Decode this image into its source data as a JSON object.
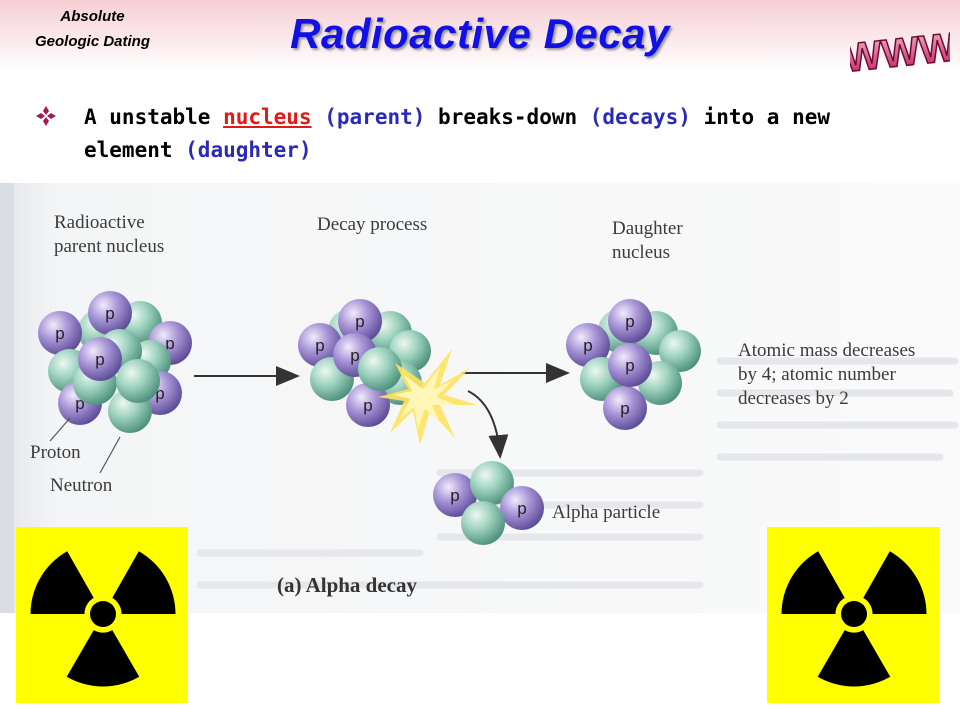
{
  "header": {
    "corner_title_line1": "Absolute",
    "corner_title_line2": "Geologic Dating",
    "title": "Radioactive Decay",
    "logo_text": "WWW"
  },
  "bullet": {
    "part1": "A unstable ",
    "link": "nucleus",
    "part2": " ",
    "blue1": "(parent)",
    "part3": " breaks-down ",
    "blue2": "(decays)",
    "part4": " into a new element ",
    "blue3": "(daughter)"
  },
  "figure": {
    "label_parent_line1": "Radioactive",
    "label_parent_line2": "parent nucleus",
    "label_process": "Decay process",
    "label_daughter_line1": "Daughter",
    "label_daughter_line2": "nucleus",
    "result_line1": "Atomic mass decreases",
    "result_line2": "by 4;  atomic number",
    "result_line3": "decreases by 2",
    "label_proton": "Proton",
    "label_neutron": "Neutron",
    "label_alpha": "Alpha particle",
    "caption": "(a)  Alpha decay",
    "proton_letter": "p"
  },
  "colors": {
    "title": "#1111e6",
    "link": "#e01919",
    "blue_text": "#2a2ab8",
    "proton": "#8a74c4",
    "neutron": "#84c4ad",
    "hazard_bg": "#ffff00"
  }
}
